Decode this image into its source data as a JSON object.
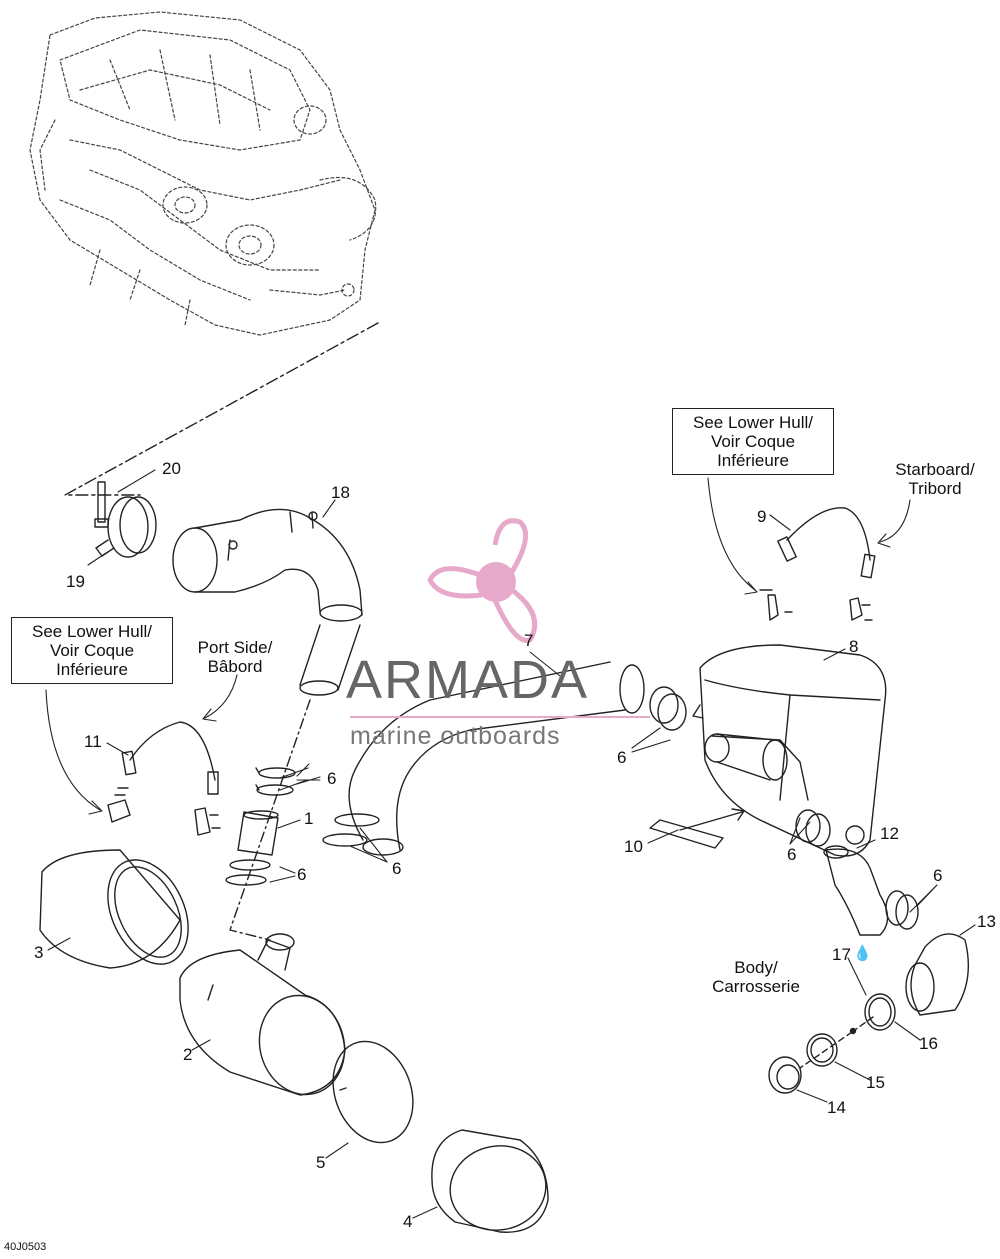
{
  "diagram_code": "40J0503",
  "watermark": {
    "brand": "ARMADA",
    "tagline": "marine outboards",
    "accent_color": "#e7a9c9"
  },
  "notes": {
    "lower_hull_right": [
      "See Lower Hull/",
      "Voir Coque",
      "Inférieure"
    ],
    "lower_hull_left": [
      "See Lower Hull/",
      "Voir Coque",
      "Inférieure"
    ],
    "starboard": [
      "Starboard/",
      "Tribord"
    ],
    "port": [
      "Port Side/",
      "Bâbord"
    ],
    "body": [
      "Body/",
      "Carrosserie"
    ]
  },
  "part_labels": [
    {
      "id": "p20",
      "text": "20"
    },
    {
      "id": "p18",
      "text": "18"
    },
    {
      "id": "p19",
      "text": "19"
    },
    {
      "id": "p9",
      "text": "9"
    },
    {
      "id": "p7",
      "text": "7"
    },
    {
      "id": "p8",
      "text": "8"
    },
    {
      "id": "p11",
      "text": "11"
    },
    {
      "id": "p6a",
      "text": "6"
    },
    {
      "id": "p6b",
      "text": "6"
    },
    {
      "id": "p1",
      "text": "1"
    },
    {
      "id": "p6c",
      "text": "6"
    },
    {
      "id": "p6d",
      "text": "6"
    },
    {
      "id": "p10",
      "text": "10"
    },
    {
      "id": "p6e",
      "text": "6"
    },
    {
      "id": "p12",
      "text": "12"
    },
    {
      "id": "p6f",
      "text": "6"
    },
    {
      "id": "p3",
      "text": "3"
    },
    {
      "id": "p13",
      "text": "13"
    },
    {
      "id": "p17",
      "text": "17"
    },
    {
      "id": "p2",
      "text": "2"
    },
    {
      "id": "p16",
      "text": "16"
    },
    {
      "id": "p15",
      "text": "15"
    },
    {
      "id": "p14",
      "text": "14"
    },
    {
      "id": "p5",
      "text": "5"
    },
    {
      "id": "p4",
      "text": "4"
    }
  ],
  "icons": {
    "lubricant": "oil-drop-icon"
  }
}
